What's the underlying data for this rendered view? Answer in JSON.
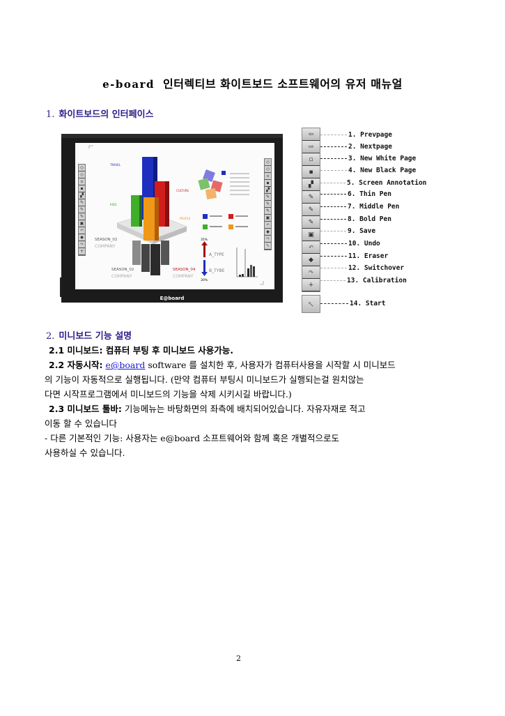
{
  "document": {
    "title_latin": "e-board",
    "title_korean": "인터렉티브 화이트보드 소프트웨어의 유저  매뉴얼",
    "page_number": "2"
  },
  "section1": {
    "number": "1.",
    "heading": "화이트보드의 인터페이스",
    "board_image": {
      "brand_logo": "E@board",
      "infographic_labels": [
        "SEASON_02",
        "COMPANY",
        "SEASON_02",
        "COMPANY",
        "SEASON_04",
        "COMPANY",
        "A_TYPE",
        "B_TYBE",
        "35%",
        "30%"
      ]
    },
    "toolbar_legend": [
      {
        "label": "1. Prevpage",
        "icon": "prev-page-icon",
        "glyph": "⇦"
      },
      {
        "label": "2. Nextpage",
        "icon": "next-page-icon",
        "glyph": "⇨"
      },
      {
        "label": "3. New White Page",
        "icon": "white-page-icon",
        "glyph": "▫"
      },
      {
        "label": "4. New Black Page",
        "icon": "black-page-icon",
        "glyph": "▪"
      },
      {
        "label": "5. Screen Annotation",
        "icon": "screen-annotation-icon",
        "glyph": "▞"
      },
      {
        "label": "6. Thin Pen",
        "icon": "thin-pen-icon",
        "glyph": "✎"
      },
      {
        "label": "7. Middle Pen",
        "icon": "middle-pen-icon",
        "glyph": "✎"
      },
      {
        "label": "8. Bold Pen",
        "icon": "bold-pen-icon",
        "glyph": "✎"
      },
      {
        "label": "9. Save",
        "icon": "save-icon",
        "glyph": "▣"
      },
      {
        "label": "10. Undo",
        "icon": "undo-icon",
        "glyph": "↶"
      },
      {
        "label": "11. Eraser",
        "icon": "eraser-icon",
        "glyph": "◆"
      },
      {
        "label": "12. Switchover",
        "icon": "switchover-icon",
        "glyph": "↷"
      },
      {
        "label": "13. Calibration",
        "icon": "calibration-icon",
        "glyph": "+"
      }
    ],
    "start_button": {
      "label": "14. Start",
      "icon": "start-cursor-icon",
      "glyph": "↖"
    }
  },
  "section2": {
    "number": "2.",
    "heading": "미니보드 기능 설명",
    "item_2_1": {
      "label": "2.1  미니보드:",
      "text": " 컴퓨터 부팅 후 미니보드  사용가능."
    },
    "item_2_2": {
      "label": "2.2 자동시작:",
      "link": "e@board",
      "text_line1": " software 를 설치한 후, 사용자가 컴퓨터사용을 시작할 시  미니보드",
      "text_line2": "의 기능이 자동적으로 실행됩니다. (만약 컴퓨터 부팅시 미니보드가 실행되는걸  원치않는",
      "text_line3": "다면 시작프로그램에서 미니보드의 기능을 삭제 시키시길   바랍니다.)"
    },
    "item_2_3": {
      "label": "2.3 미니보드 툴바:",
      "text_line1": " 기능메뉴는 바탕화면의 좌측에 배치되어있습니다. 자유자재로 적고",
      "text_line2": "이동 할 수  있습니다"
    },
    "other": {
      "text_line1": " - 다른 기본적인 기능: 사용자는 e@board 소프트웨어와 함께 혹은 개별적으로도",
      "text_line2": "사용하실 수  있습니다."
    }
  },
  "colors": {
    "heading_blue": "#2b1f8a",
    "link_blue": "#1a1ad0",
    "board_frame": "#1b1b1b"
  }
}
